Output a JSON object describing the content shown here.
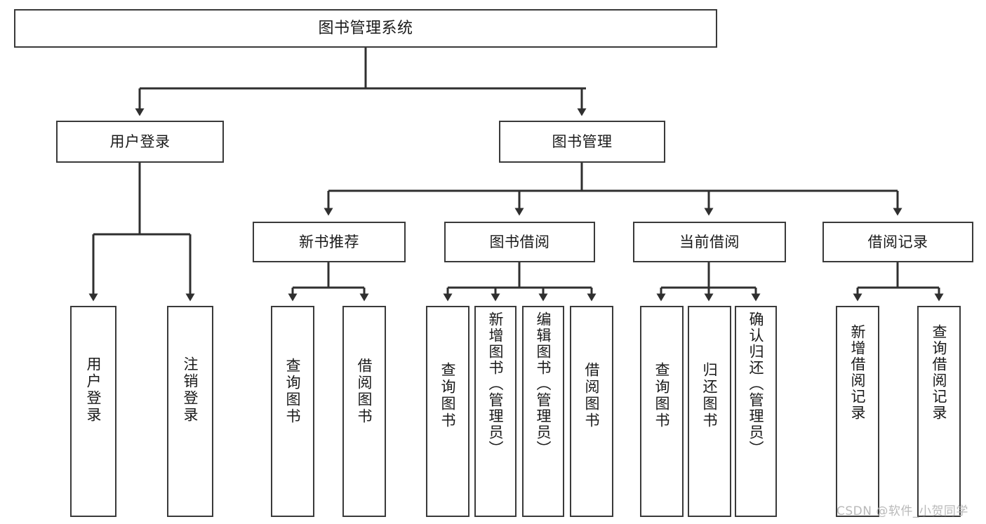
{
  "diagram": {
    "title": "图书管理系统",
    "type": "hierarchy-tree",
    "levels": 4,
    "root": {
      "id": "root",
      "label": "图书管理系统"
    },
    "level2": [
      {
        "id": "user-login",
        "label": "用户登录"
      },
      {
        "id": "book-manage",
        "label": "图书管理"
      }
    ],
    "level3": [
      {
        "id": "new-book-recommend",
        "label": "新书推荐",
        "parent": "book-manage"
      },
      {
        "id": "book-borrow",
        "label": "图书借阅",
        "parent": "book-manage"
      },
      {
        "id": "current-borrow",
        "label": "当前借阅",
        "parent": "book-manage"
      },
      {
        "id": "borrow-record",
        "label": "借阅记录",
        "parent": "book-manage"
      }
    ],
    "leaves": [
      {
        "id": "leaf-user-login",
        "label": "用户登录",
        "parent": "user-login"
      },
      {
        "id": "leaf-user-logout",
        "label": "注销登录",
        "parent": "user-login"
      },
      {
        "id": "leaf-query-book-1",
        "label": "查询图书",
        "parent": "new-book-recommend"
      },
      {
        "id": "leaf-borrow-book-1",
        "label": "借阅图书",
        "parent": "new-book-recommend"
      },
      {
        "id": "leaf-query-book-2",
        "label": "查询图书",
        "parent": "book-borrow"
      },
      {
        "id": "leaf-add-book",
        "label": "新增图书（管理员）",
        "parent": "book-borrow"
      },
      {
        "id": "leaf-edit-book",
        "label": "编辑图书（管理员）",
        "parent": "book-borrow"
      },
      {
        "id": "leaf-borrow-book-2",
        "label": "借阅图书",
        "parent": "book-borrow"
      },
      {
        "id": "leaf-query-book-3",
        "label": "查询图书",
        "parent": "current-borrow"
      },
      {
        "id": "leaf-return-book",
        "label": "归还图书",
        "parent": "current-borrow"
      },
      {
        "id": "leaf-confirm-return",
        "label": "确认归还（管理员）",
        "parent": "current-borrow"
      },
      {
        "id": "leaf-add-record",
        "label": "新增借阅记录",
        "parent": "borrow-record"
      },
      {
        "id": "leaf-query-record",
        "label": "查询借阅记录",
        "parent": "borrow-record"
      }
    ],
    "colors": {
      "box_border": "#3a3a3a",
      "box_fill": "#ffffff",
      "connector": "#2f2f2f",
      "text": "#1a1a1a",
      "watermark": "#b9b9b9",
      "background": "#ffffff"
    }
  },
  "watermark": {
    "text": "CSDN @软件_小贺同学"
  }
}
